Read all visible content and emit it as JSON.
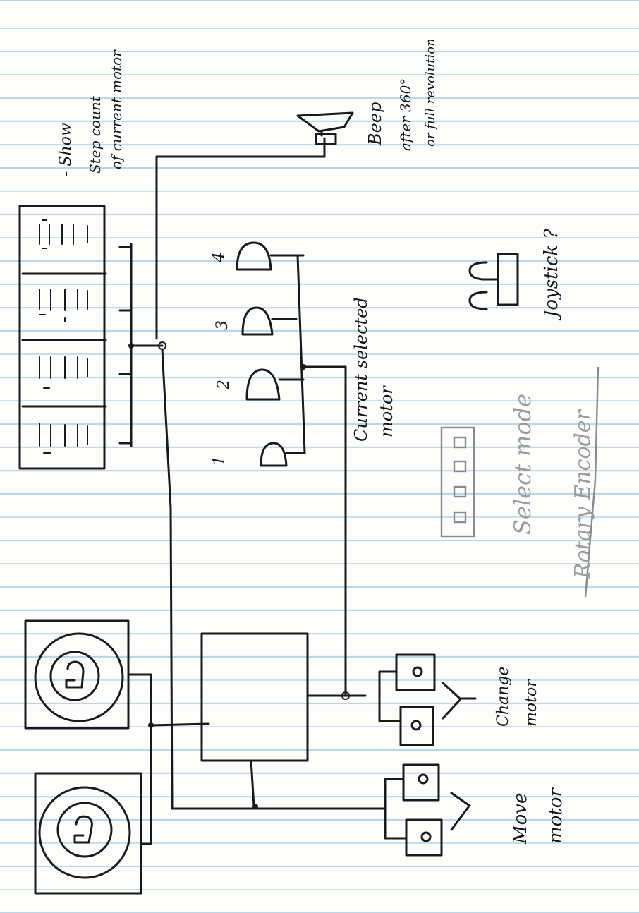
{
  "labels": {
    "show": "- Show",
    "step_count": "Step count",
    "of_current_motor": "of current motor",
    "beep": "Beep",
    "after_360": "after 360°",
    "or_full_revolution": "or full revolution",
    "joystick": "Joystick ?",
    "select_mode": "Select mode",
    "rotary_encoder": "Rotary Encoder",
    "current_selected": "Current selected",
    "motor": "motor",
    "change": "Change",
    "change_motor": "motor",
    "move": "Move",
    "move_motor": "motor",
    "led_1": "1",
    "led_2": "2",
    "led_3": "3",
    "led_4": "4"
  },
  "colors": {
    "ink": "#1a1a1a",
    "paper": "#fdfdfb",
    "rule_line": "#b9d6ea",
    "faint_pencil": "#9a9a9a"
  },
  "icons": {
    "speaker": "speaker-icon",
    "joystick": "joystick-icon",
    "stepper_motor": "stepper-motor-icon",
    "led": "led-icon",
    "seven_segment_digit": "seven-segment-digit-icon",
    "push_button": "push-button-icon",
    "rotary_encoder": "rotary-encoder-icon"
  }
}
